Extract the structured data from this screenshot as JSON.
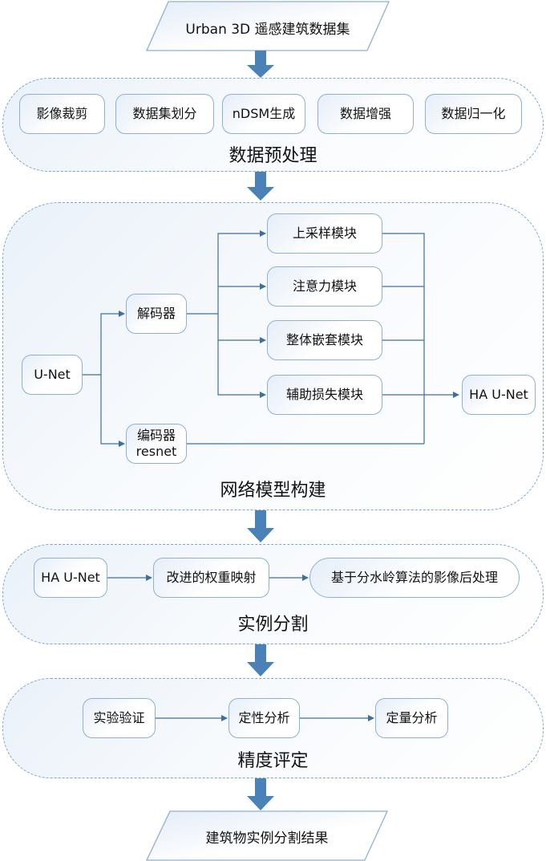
{
  "input": {
    "label": "Urban 3D 遥感建筑数据集"
  },
  "preprocessing": {
    "title": "数据预处理",
    "steps": [
      "影像裁剪",
      "数据集划分",
      "nDSM生成",
      "数据增强",
      "数据归一化"
    ]
  },
  "network": {
    "title": "网络模型构建",
    "base": "U-Net",
    "decoder": "解码器",
    "encoder_line1": "编码器",
    "encoder_line2": "resnet",
    "modules": [
      "上采样模块",
      "注意力模块",
      "整体嵌套模块",
      "辅助损失模块"
    ],
    "output": "HA U-Net"
  },
  "segmentation": {
    "title": "实例分割",
    "steps": [
      "HA U-Net",
      "改进的权重映射",
      "基于分水岭算法的影像后处理"
    ]
  },
  "evaluation": {
    "title": "精度评定",
    "steps": [
      "实验验证",
      "定性分析",
      "定量分析"
    ]
  },
  "result": {
    "label": "建筑物实例分割结果"
  },
  "colors": {
    "accent_arrow": "#4a82b8",
    "line": "#3f6f9f",
    "dashed_border": "#7ea6cf",
    "box_border": "#8fb0d3"
  }
}
